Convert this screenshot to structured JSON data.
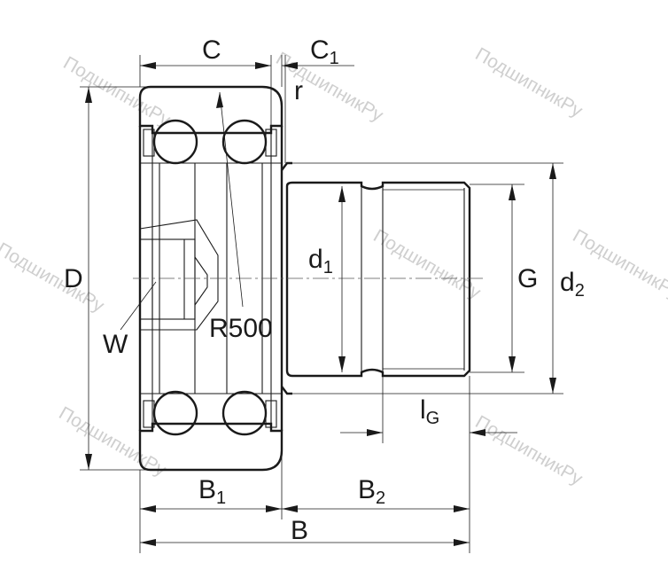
{
  "watermark": {
    "text": "ПодшипникРу"
  },
  "labels": {
    "C": "C",
    "C1": "C",
    "C1_sub": "1",
    "r": "r",
    "D": "D",
    "d1": "d",
    "d1_sub": "1",
    "G": "G",
    "d2": "d",
    "d2_sub": "2",
    "W": "W",
    "R500": "R500",
    "lG": "l",
    "lG_sub": "G",
    "B1": "B",
    "B1_sub": "1",
    "B2": "B",
    "B2_sub": "2",
    "B": "B"
  }
}
